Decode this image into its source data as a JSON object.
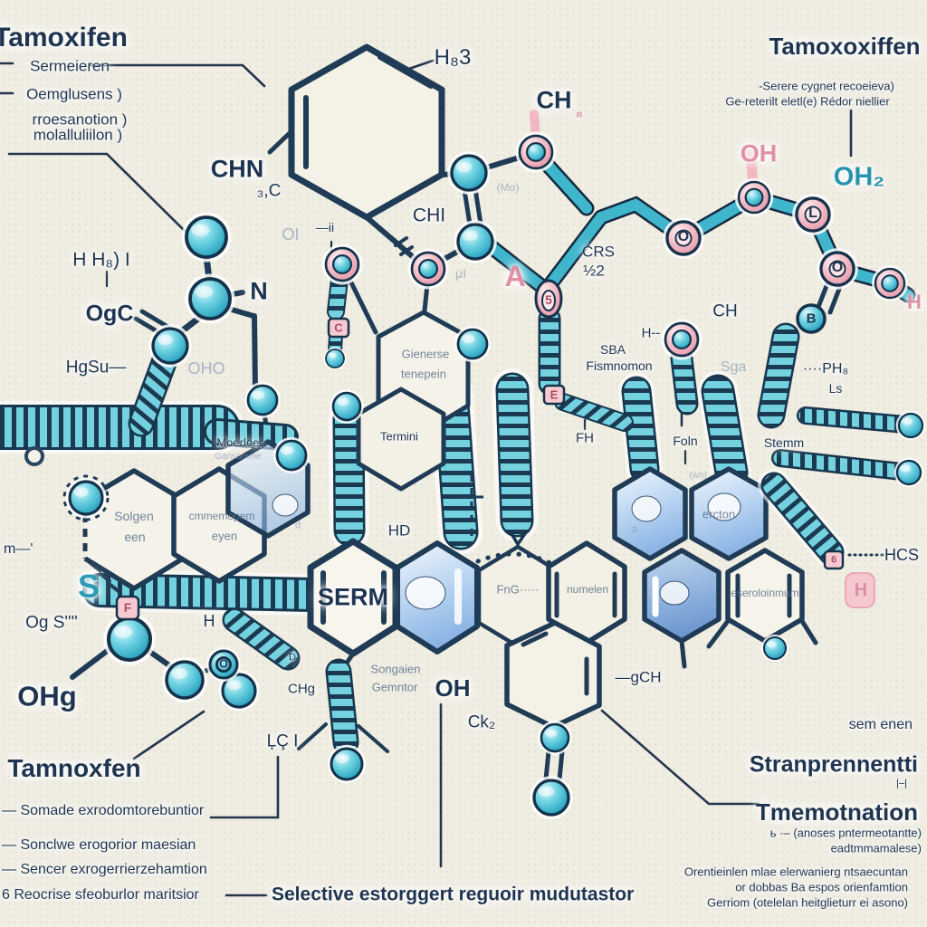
{
  "colors": {
    "background": "#f0eee3",
    "ink": "#1e3450",
    "teal": "#3fbcd4",
    "pink": "#f0aebb",
    "ghost": "#97a7bd"
  },
  "top_left": {
    "title": "Tamoxifen",
    "line1": "Sermeieren",
    "line2": "Oemglusens )",
    "line3": "rroesanotion )",
    "line4": "molalluliilon )"
  },
  "top_right": {
    "title": "Tamoxoxiffen",
    "sub1": "-Serere cygnet recoeieva)",
    "sub2": "Ge-reterilt eletl(e) Rédor niellier",
    "oh": "OH",
    "oh2": "OH₂"
  },
  "molecule": {
    "h83": "H₈3",
    "chn": "CHN",
    "chn_sub": "₃,C",
    "ch8": "CH",
    "ch8_sub": "₈",
    "ma": "(Mα)",
    "chi": "CHI",
    "oi": "OI",
    "oi_marks": "—ii",
    "mui": "μI",
    "hh8i": "H H₈) I",
    "ogc": "OgC",
    "n": "N",
    "hgsu": "HgSu—",
    "oho": "OHO",
    "gien1": "Gienerse",
    "gien2": "tenepein",
    "crs": "CRS",
    "half2": "½2",
    "a": "A",
    "tear": "5",
    "badge_e": "E",
    "badge_c": "C",
    "badge_f": "F",
    "badge_6": "6",
    "sba": "SBA",
    "fism": "Fismnomon",
    "ch": "CH",
    "hdash": "H--",
    "sga": "Sga",
    "ph8": "····PH₈",
    "ls": "Ls",
    "o1": "O",
    "l": "L",
    "o2": "O",
    "b": "B",
    "h_edge": "H",
    "foln": "Foln",
    "stemm": "Stemm",
    "fh": "FH",
    "termini": "Termini",
    "hd": "HD",
    "moerloer": "Moerloer",
    "gansamme": "Gansamme",
    "solgen1": "Solgen",
    "solgen2": "een",
    "cmm1": "cmmemopem",
    "cmm2": "eyen",
    "d1": "d",
    "serm": "SERM",
    "fng": "FnG·····",
    "numelen": "numelen",
    "a2": "a",
    "ercton": "ercton",
    "wn": "(wn)",
    "eserol": "eseroloinmum",
    "hcs": "HCS",
    "h_blob": "H",
    "s": "S",
    "h2": "H",
    "mdash": "m—'",
    "o3": "O",
    "d2": "D",
    "lci": "ĻÇ I",
    "chg": "CHg",
    "song1": "Songaien",
    "song2": "Gemntor",
    "oh": "OH",
    "ck2": "Ck₂",
    "gch": "—gCH"
  },
  "bottom_left": {
    "ogs": "Og S''''",
    "ohg": "OHg",
    "title": "Tamnoxfen",
    "item1": "— Somade exrodomtorebuntior",
    "item2": "— Sonclwe erogorior maesian",
    "item3": "— Sencer exrogerrierzehamtion",
    "item4": "6 Reocrise sfeoburlor maritsior"
  },
  "caption": "Selective estorggert reguoir mudutastor",
  "bottom_right": {
    "sem": "sem enen",
    "bold1": "Stranprennentti",
    "tick": "|–|",
    "bold2": "Tmemotnation",
    "s1": "ь ·– (anoses pntermeotantte)",
    "s2": "eadtmmamalese)",
    "s3": "Orentieinlen mlae elerwanierg ntsaecuntan",
    "s4": "or dobbas Ba espos orienfamtion",
    "s5": "Gerriom (otelelan heitglieturr ei asono)"
  }
}
